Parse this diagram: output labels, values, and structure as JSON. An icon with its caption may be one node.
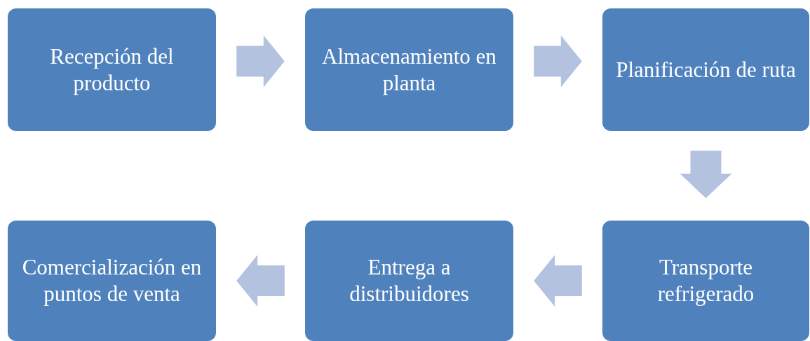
{
  "diagram": {
    "nodes": [
      {
        "text": [
          "Recepción del producto"
        ]
      },
      {
        "text": [
          "Almacenamiento en planta"
        ]
      },
      {
        "text": [
          "Planificación de ruta"
        ]
      },
      {
        "text": [
          "Transporte refrigerado"
        ]
      },
      {
        "text": [
          "Entrega a distribuidores"
        ]
      },
      {
        "text": [
          "Comercialización en puntos de venta"
        ]
      }
    ],
    "edges": [
      {
        "from": 0,
        "to": 1,
        "arrow": "to"
      },
      {
        "from": 1,
        "to": 2,
        "arrow": "to"
      },
      {
        "from": 2,
        "to": 3,
        "arrow": "to"
      },
      {
        "from": 3,
        "to": 4,
        "arrow": "to"
      },
      {
        "from": 4,
        "to": 5,
        "arrow": "to"
      }
    ]
  }
}
